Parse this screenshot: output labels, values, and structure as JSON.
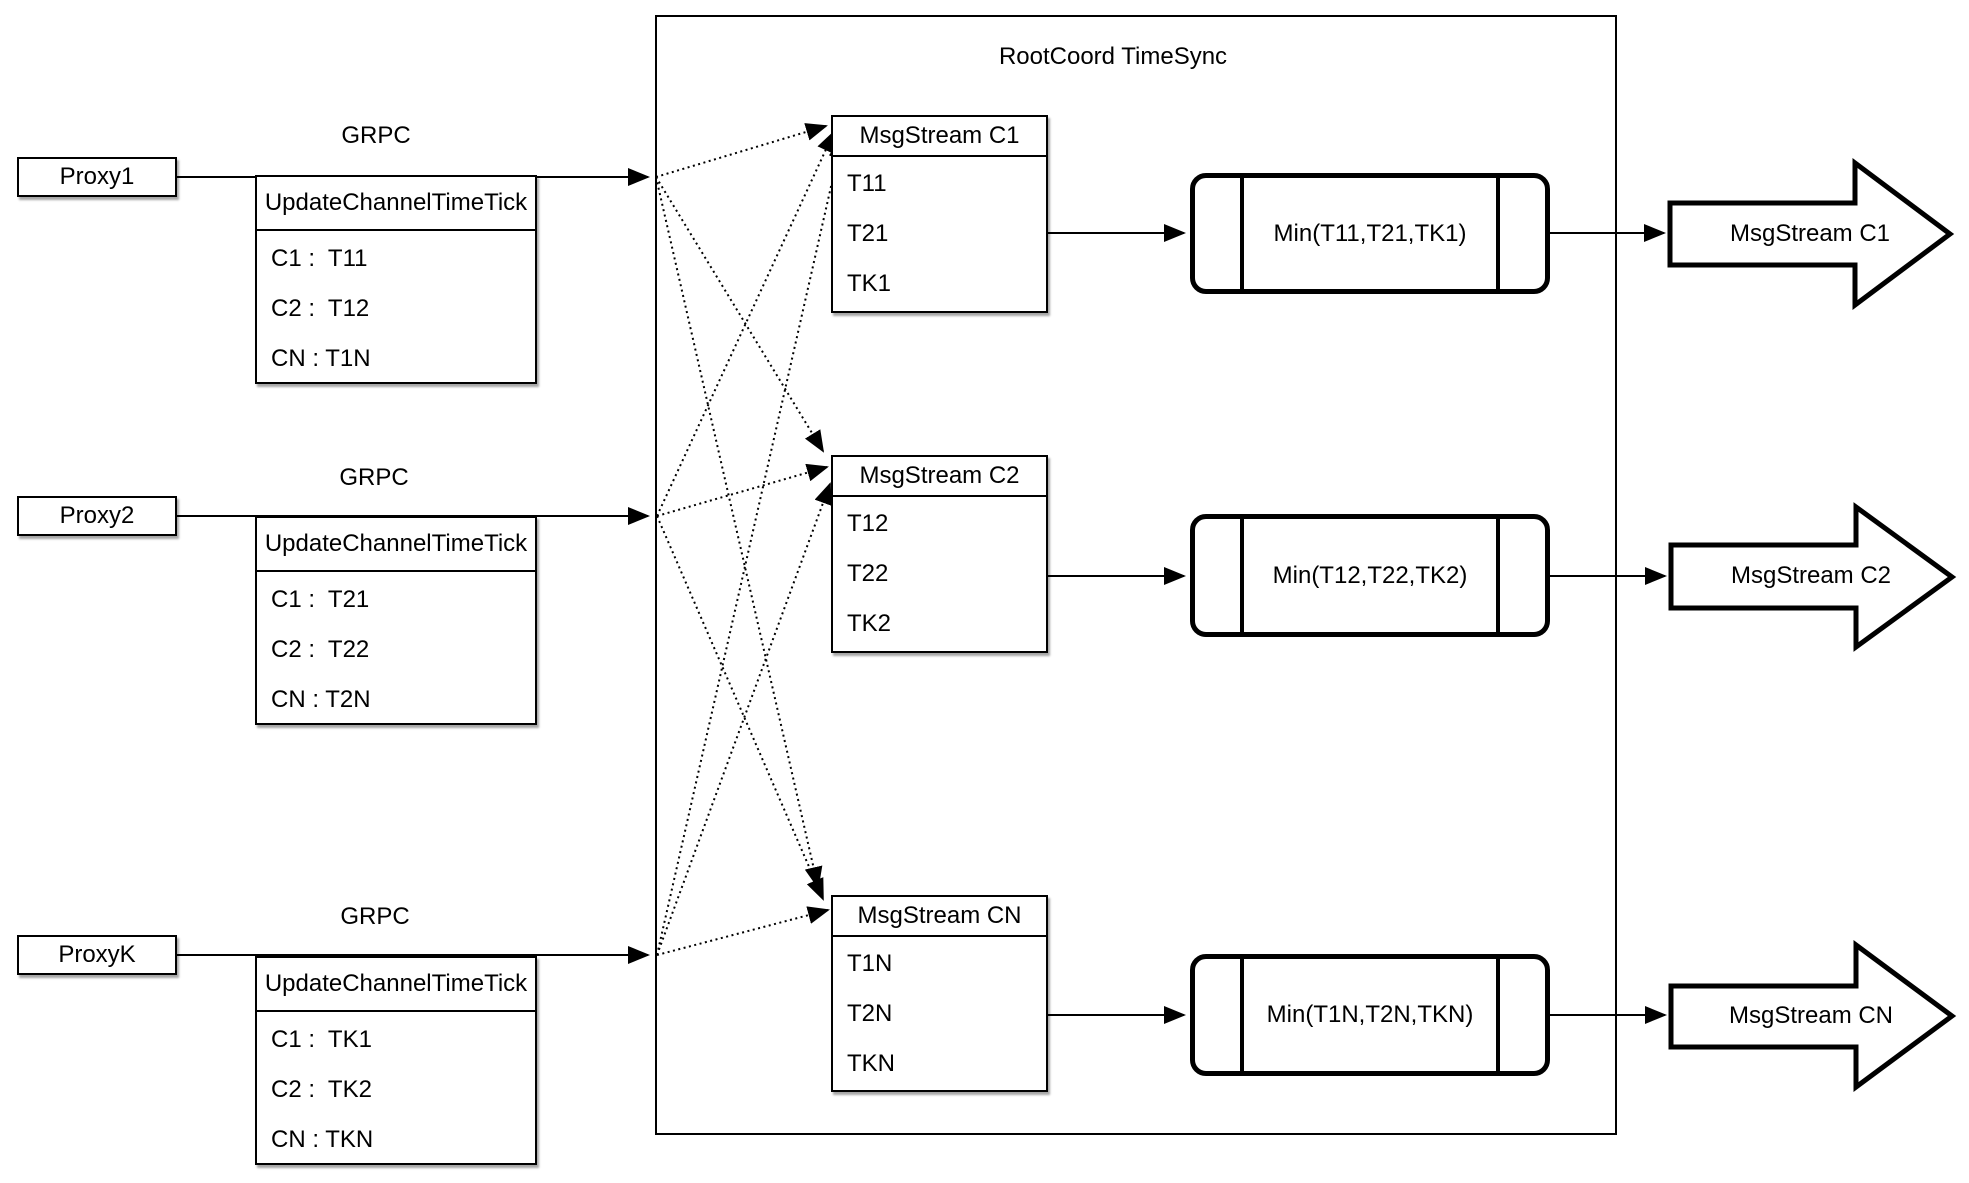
{
  "title": "RootCoord TimeSync",
  "rows": [
    {
      "proxy_label": "Proxy1",
      "grpc_label": "GRPC",
      "tick_table": {
        "header": "UpdateChannelTimeTick",
        "entries": [
          "C1 :  T11",
          "C2 :  T12",
          "CN : T1N"
        ]
      },
      "stream_table": {
        "header": "MsgStream C1",
        "entries": [
          "T11",
          "T21",
          "TK1"
        ]
      },
      "min_label": "Min(T11,T21,TK1)",
      "output_label": "MsgStream C1"
    },
    {
      "proxy_label": "Proxy2",
      "grpc_label": "GRPC",
      "tick_table": {
        "header": "UpdateChannelTimeTick",
        "entries": [
          "C1 :  T21",
          "C2 :  T22",
          "CN : T2N"
        ]
      },
      "stream_table": {
        "header": "MsgStream C2",
        "entries": [
          "T12",
          "T22",
          "TK2"
        ]
      },
      "min_label": "Min(T12,T22,TK2)",
      "output_label": "MsgStream C2"
    },
    {
      "proxy_label": "ProxyK",
      "grpc_label": "GRPC",
      "tick_table": {
        "header": "UpdateChannelTimeTick",
        "entries": [
          "C1 :  TK1",
          "C2 :  TK2",
          "CN : TKN"
        ]
      },
      "stream_table": {
        "header": "MsgStream CN",
        "entries": [
          "T1N",
          "T2N",
          "TKN"
        ]
      },
      "min_label": "Min(T1N,T2N,TKN)",
      "output_label": "MsgStream CN"
    }
  ],
  "colors": {
    "stroke": "#000000",
    "background": "#ffffff"
  }
}
